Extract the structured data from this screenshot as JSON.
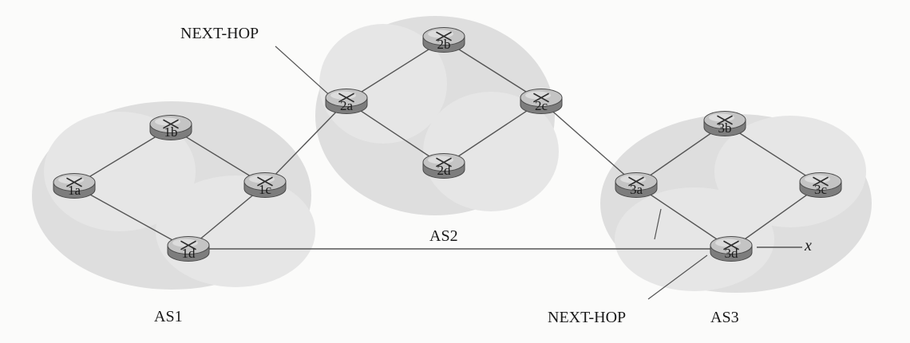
{
  "diagram": {
    "as_labels": {
      "as1": "AS1",
      "as2": "AS2",
      "as3": "AS3"
    },
    "callouts": {
      "next_hop_top": "NEXT-HOP",
      "next_hop_bottom": "NEXT-HOP"
    },
    "destination": "x",
    "routers": {
      "r1a": "1a",
      "r1b": "1b",
      "r1c": "1c",
      "r1d": "1d",
      "r2a": "2a",
      "r2b": "2b",
      "r2c": "2c",
      "r2d": "2d",
      "r3a": "3a",
      "r3b": "3b",
      "r3c": "3c",
      "r3d": "3d"
    },
    "links": [
      [
        "r1a",
        "r1b"
      ],
      [
        "r1a",
        "r1d"
      ],
      [
        "r1b",
        "r1c"
      ],
      [
        "r1c",
        "r1d"
      ],
      [
        "r1c",
        "r2a"
      ],
      [
        "r2a",
        "r2b"
      ],
      [
        "r2a",
        "r2d"
      ],
      [
        "r2b",
        "r2c"
      ],
      [
        "r2d",
        "r2c"
      ],
      [
        "r2c",
        "r3a"
      ],
      [
        "r3a",
        "r3b"
      ],
      [
        "r3a",
        "r3d"
      ],
      [
        "r3b",
        "r3c"
      ],
      [
        "r3c",
        "r3d"
      ],
      [
        "r1d",
        "r3d"
      ]
    ]
  }
}
